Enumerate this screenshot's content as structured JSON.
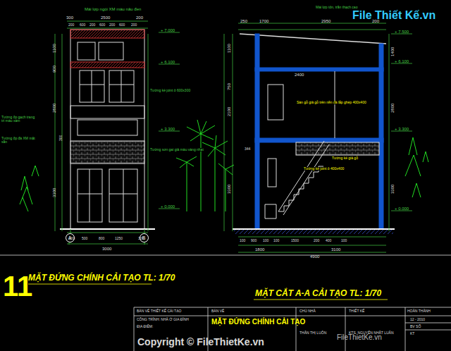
{
  "diagram": {
    "nodes": [
      {
        "text": [
          "A"
        ]
      },
      {
        "text": [
          "B"
        ]
      }
    ],
    "labels": [
      "Mái lợp ngói XM màu nâu đen",
      "300",
      "2500",
      "200",
      "200",
      "600",
      "200",
      "600",
      "200",
      "600",
      "200",
      "1100",
      "900",
      "2800",
      "3300",
      "300",
      "+ 7.000",
      "+ 6.100",
      "+ 3.300",
      "+ 0.000",
      "Tường ốp gạch trang trí màu xám",
      "Tường ốp đá XM mặt sần",
      "Tường kẻ joint ô 600x300",
      "Tường sơn gai giả màu vàng nhạt",
      "200",
      "500",
      "800",
      "1250",
      "300",
      "3000",
      "MẶT ĐỨNG CHÍNH CẢI TẠO TL: 1/70",
      "Mái lợp tôn, trần thạch cao",
      "250",
      "1700",
      "2950",
      "200",
      "+ 7.500",
      "+ 6.100",
      "+ 3.300",
      "+ 0.000",
      "1400",
      "2800",
      "3300",
      "1100",
      "750",
      "2100",
      "3300",
      "2400",
      "Sàn gỗ giả gỗ trên nền đà lắp ghép 400x400",
      "Tường kẻ giả gỗ",
      "Tường kẻ joint ô 400x400",
      "344",
      "100",
      "900",
      "100",
      "100",
      "1500",
      "200",
      "400",
      "100",
      "1800",
      "3100",
      "4900",
      "MẶT CẮT A-A CẢI TẠO TL: 1/70",
      "11",
      "BẢN VẼ THIẾT KẾ CẢI TẠO",
      "CÔNG TRÌNH: NHÀ Ở GIA ĐÌNH",
      "ĐỊA ĐIỂM:",
      "BẢN VẼ",
      "MẶT ĐỨNG CHÍNH CẢI TẠO",
      "CHỦ NHÀ",
      "THÂN THỊ LUÔN",
      "THIẾT KẾ",
      "KTS. NGUYỄN NHẬT LUÂN",
      "HOÀN THÀNH",
      "12 - 2010",
      "BV SỐ",
      "KT",
      "File Thiết Kế.vn",
      "Copyright © FileThietKe.vn",
      "FileThietKe.vn"
    ]
  }
}
